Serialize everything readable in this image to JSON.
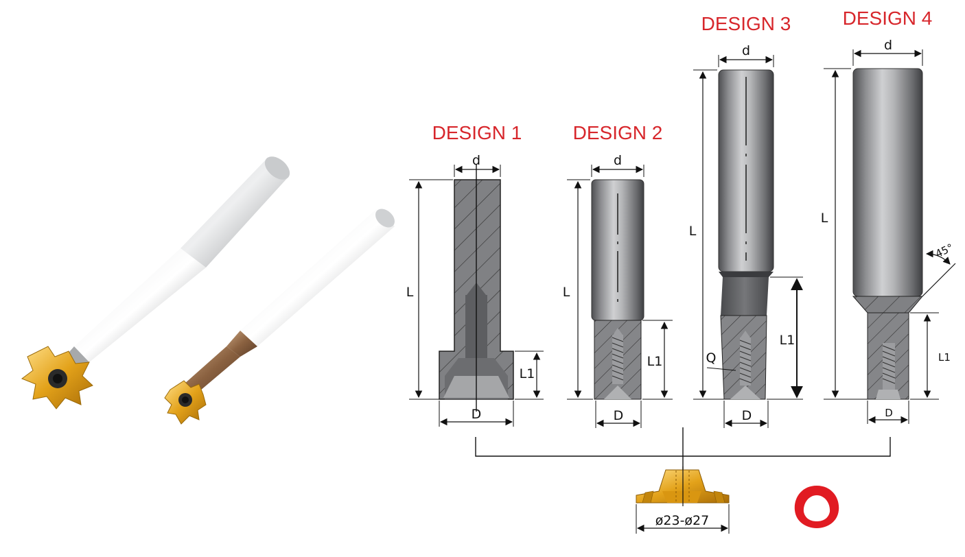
{
  "designs": [
    {
      "title": "DESIGN 1",
      "labels": {
        "d": "d",
        "L": "L",
        "L1": "L1",
        "D": "D"
      }
    },
    {
      "title": "DESIGN 2",
      "labels": {
        "d": "d",
        "L": "L",
        "L1": "L1",
        "D": "D"
      }
    },
    {
      "title": "DESIGN 3",
      "labels": {
        "d": "d",
        "L": "L",
        "L1": "L1",
        "D": "D",
        "Q": "Q"
      }
    },
    {
      "title": "DESIGN 4",
      "labels": {
        "d": "d",
        "L": "L",
        "L1": "L1",
        "D": "D",
        "angle": "45°"
      }
    }
  ],
  "insert": {
    "diameter_range": "ø23-ø27"
  },
  "colors": {
    "title": "#d7262b",
    "insert": "#f2a81d",
    "logo": "#e11b22",
    "body_dark": "#6e6f71",
    "body_light": "#b9babc"
  },
  "icons": {
    "logo": "triangular-ring-logo-icon"
  }
}
